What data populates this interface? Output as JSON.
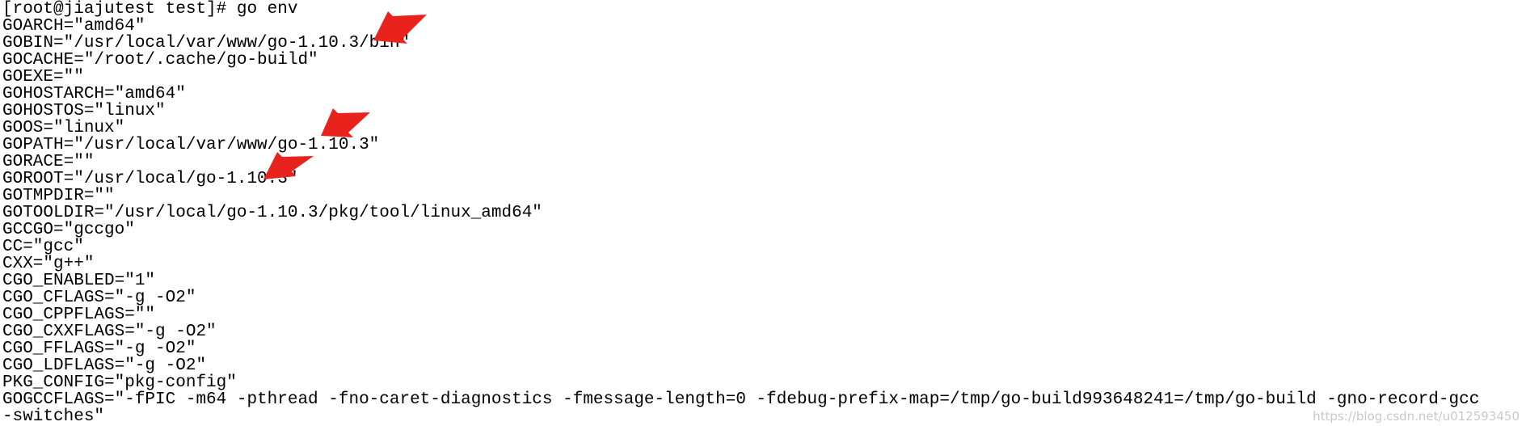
{
  "terminal": {
    "lines": [
      "[root@jiajutest test]# go env",
      "GOARCH=\"amd64\"",
      "GOBIN=\"/usr/local/var/www/go-1.10.3/bin\"",
      "GOCACHE=\"/root/.cache/go-build\"",
      "GOEXE=\"\"",
      "GOHOSTARCH=\"amd64\"",
      "GOHOSTOS=\"linux\"",
      "GOOS=\"linux\"",
      "GOPATH=\"/usr/local/var/www/go-1.10.3\"",
      "GORACE=\"\"",
      "GOROOT=\"/usr/local/go-1.10.3\"",
      "GOTMPDIR=\"\"",
      "GOTOOLDIR=\"/usr/local/go-1.10.3/pkg/tool/linux_amd64\"",
      "GCCGO=\"gccgo\"",
      "CC=\"gcc\"",
      "CXX=\"g++\"",
      "CGO_ENABLED=\"1\"",
      "CGO_CFLAGS=\"-g -O2\"",
      "CGO_CPPFLAGS=\"\"",
      "CGO_CXXFLAGS=\"-g -O2\"",
      "CGO_FFLAGS=\"-g -O2\"",
      "CGO_LDFLAGS=\"-g -O2\"",
      "PKG_CONFIG=\"pkg-config\"",
      "GOGCCFLAGS=\"-fPIC -m64 -pthread -fno-caret-diagnostics -fmessage-length=0 -fdebug-prefix-map=/tmp/go-build993648241=/tmp/go-build -gno-record-gcc",
      "-switches\""
    ]
  },
  "watermark": "https://blog.csdn.net/u012593450",
  "colors": {
    "background": "#ffffff",
    "text": "#000000",
    "arrow": "#e8231d",
    "watermark": "#c9c9c9"
  },
  "annotations": [
    {
      "name": "arrow-gobin",
      "icon": "red-arrow-icon",
      "points_to": "GOBIN"
    },
    {
      "name": "arrow-gopath",
      "icon": "red-arrow-icon",
      "points_to": "GOPATH"
    },
    {
      "name": "arrow-goroot",
      "icon": "red-arrow-icon",
      "points_to": "GOROOT"
    }
  ]
}
